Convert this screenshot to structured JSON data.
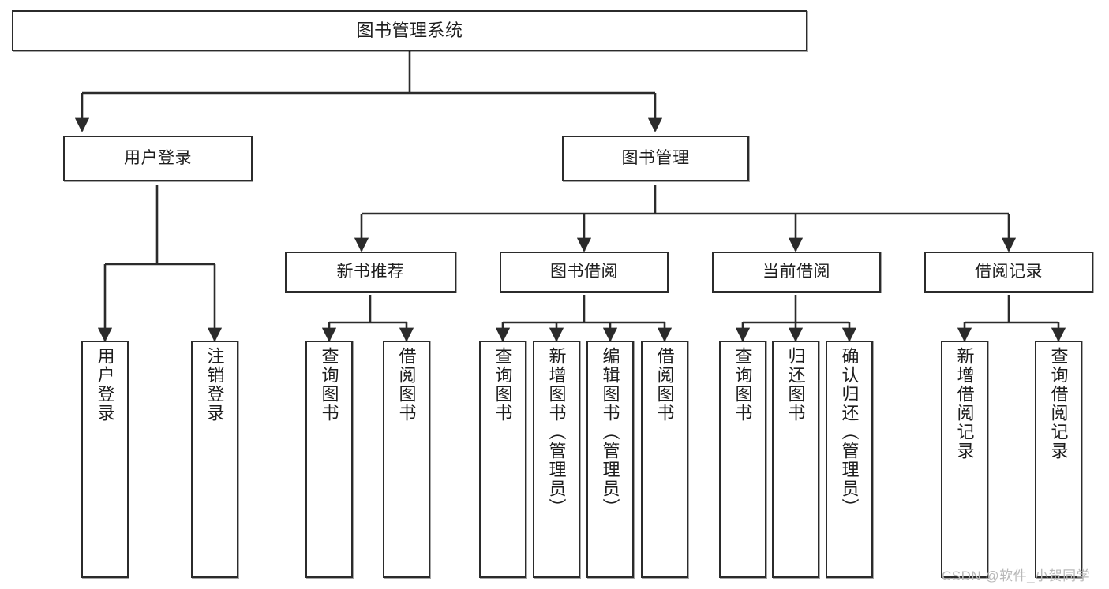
{
  "diagram": {
    "type": "tree-hierarchy-chart",
    "title": "图书管理系统",
    "background_color": "#ffffff",
    "line_color": "#2b2b2b",
    "box_fill": "#ffffff",
    "watermark": "CSDN @软件_小贺同学"
  },
  "nodes": {
    "root": {
      "label": "图书管理系统"
    },
    "level2": [
      {
        "id": "user-login",
        "label": "用户登录"
      },
      {
        "id": "book-manage",
        "label": "图书管理"
      }
    ],
    "level3": [
      {
        "id": "new-book-recommend",
        "label": "新书推荐"
      },
      {
        "id": "book-borrow",
        "label": "图书借阅"
      },
      {
        "id": "current-borrow",
        "label": "当前借阅"
      },
      {
        "id": "borrow-record",
        "label": "借阅记录"
      }
    ],
    "leaves": {
      "user-login": [
        {
          "id": "leaf-user-login",
          "label": "用户登录"
        },
        {
          "id": "leaf-logout",
          "label": "注销登录"
        }
      ],
      "new-book-recommend": [
        {
          "id": "leaf-query-book-1",
          "label": "查询图书"
        },
        {
          "id": "leaf-borrow-book-1",
          "label": "借阅图书"
        }
      ],
      "book-borrow": [
        {
          "id": "leaf-query-book-2",
          "label": "查询图书"
        },
        {
          "id": "leaf-add-book",
          "label": "新增图书（管理员）"
        },
        {
          "id": "leaf-edit-book",
          "label": "编辑图书（管理员）"
        },
        {
          "id": "leaf-borrow-book-2",
          "label": "借阅图书"
        }
      ],
      "current-borrow": [
        {
          "id": "leaf-query-book-3",
          "label": "查询图书"
        },
        {
          "id": "leaf-return-book",
          "label": "归还图书"
        },
        {
          "id": "leaf-confirm-return",
          "label": "确认归还（管理员）"
        }
      ],
      "borrow-record": [
        {
          "id": "leaf-add-record",
          "label": "新增借阅记录"
        },
        {
          "id": "leaf-query-record",
          "label": "查询借阅记录"
        }
      ]
    }
  }
}
